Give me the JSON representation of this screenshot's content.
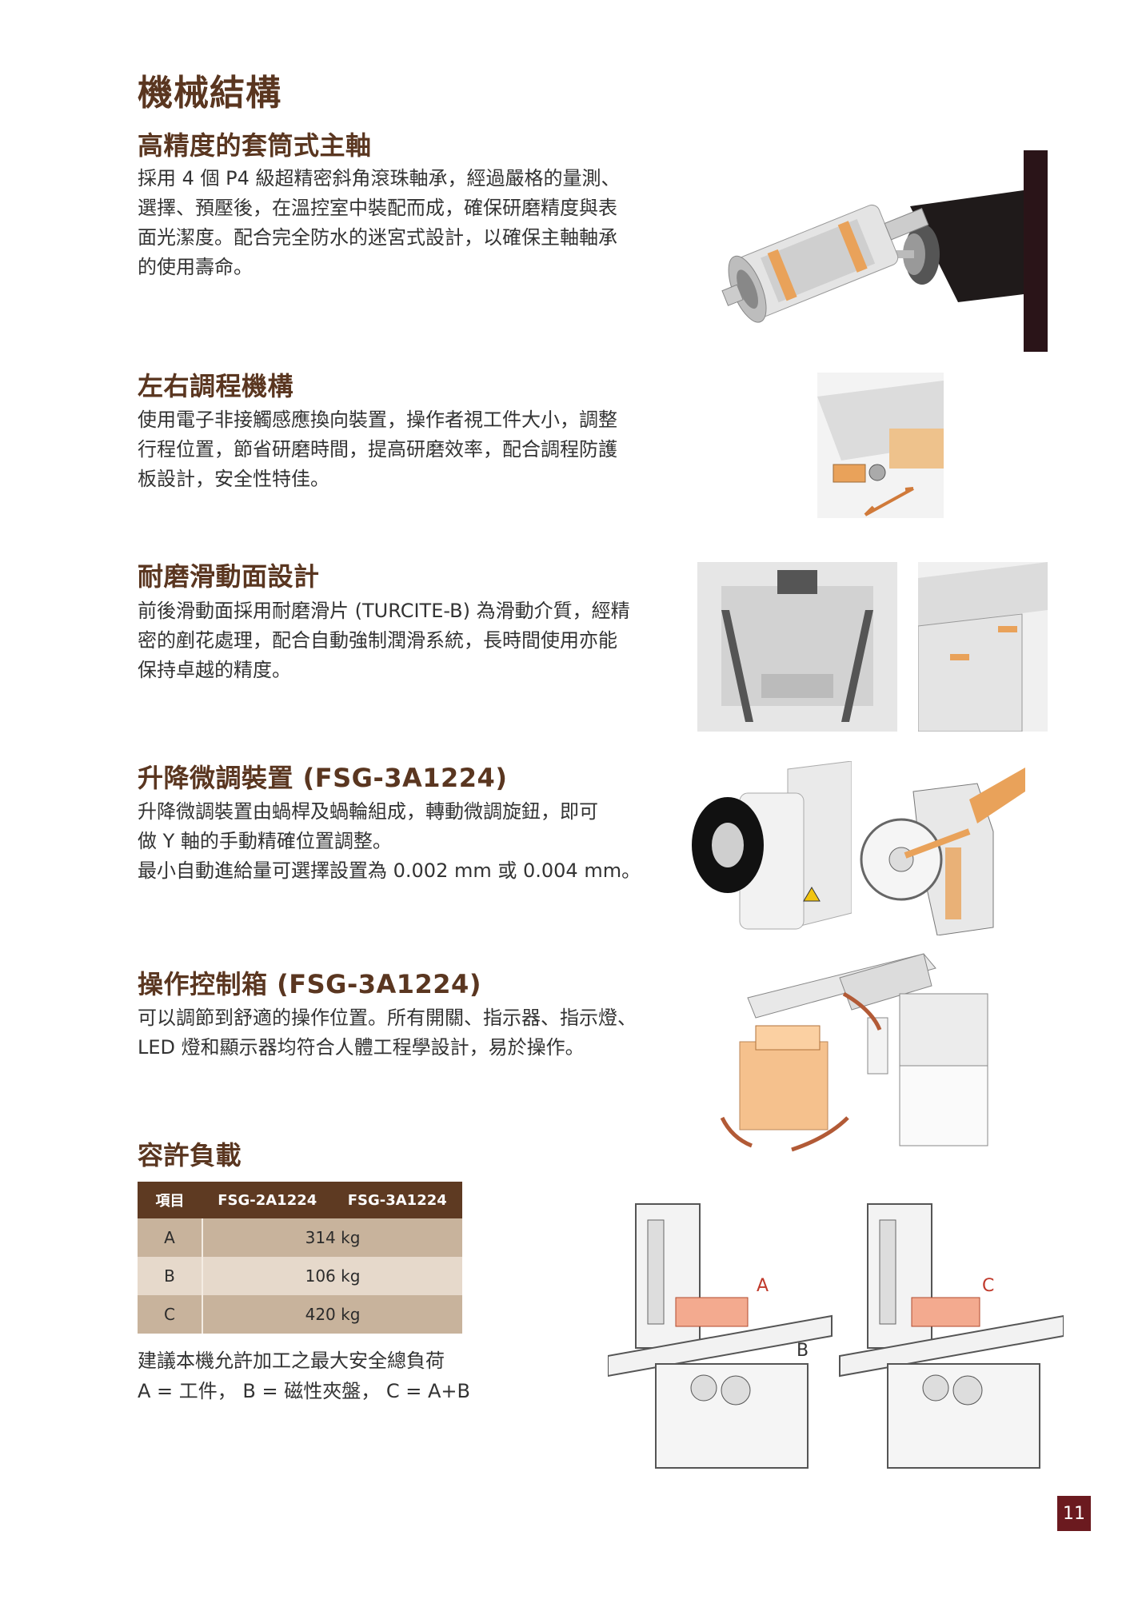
{
  "page": {
    "title": "機械結構",
    "number": "11"
  },
  "sections": [
    {
      "title": "高精度的套筒式主軸",
      "lines": [
        "採用 4 個 P4 級超精密斜角滾珠軸承，經過嚴格的量測、",
        "選擇、預壓後，在溫控室中裝配而成，確保研磨精度與表",
        "面光潔度。配合完全防水的迷宮式設計，以確保主軸軸承",
        "的使用壽命。"
      ]
    },
    {
      "title": "左右調程機構",
      "lines": [
        "使用電子非接觸感應換向裝置，操作者視工件大小，調整",
        "行程位置，節省研磨時間，提高研磨效率，配合調程防護",
        "板設計，安全性特佳。"
      ]
    },
    {
      "title": "耐磨滑動面設計",
      "lines": [
        "前後滑動面採用耐磨滑片 (TURCITE-B) 為滑動介質，經精",
        "密的剷花處理，配合自動強制潤滑系統，長時間使用亦能",
        "保持卓越的精度。"
      ]
    },
    {
      "title": "升降微調裝置 (FSG-3A1224)",
      "lines": [
        "升降微調裝置由蝸桿及蝸輪組成，轉動微調旋鈕，即可",
        "做 Y 軸的手動精確位置調整。",
        "最小自動進給量可選擇設置為 0.002 mm 或 0.004 mm。"
      ]
    },
    {
      "title": "操作控制箱 (FSG-3A1224)",
      "lines": [
        "可以調節到舒適的操作位置。所有開關、指示器、指示燈、",
        "LED 燈和顯示器均符合人體工程學設計，易於操作。"
      ]
    },
    {
      "title": "容許負載",
      "lines": []
    }
  ],
  "load_table": {
    "headers": [
      "項目",
      "FSG-2A1224",
      "FSG-3A1224"
    ],
    "rows": [
      {
        "key": "A",
        "value": "314 kg"
      },
      {
        "key": "B",
        "value": "106 kg"
      },
      {
        "key": "C",
        "value": "420 kg"
      }
    ]
  },
  "load_note": [
    "建議本機允許加工之最大安全總負荷",
    "A = 工件， B = 磁性夾盤， C = A+B"
  ],
  "machine_labels": [
    "A",
    "B",
    "C"
  ],
  "colors": {
    "heading": "#5a3620",
    "table_header": "#5e3a22",
    "table_row_dark": "#c8b39c",
    "table_row_light": "#e6d9cb",
    "page_badge": "#6b1a1f",
    "accent_orange": "#e9a25a",
    "label_red": "#c0392b"
  }
}
